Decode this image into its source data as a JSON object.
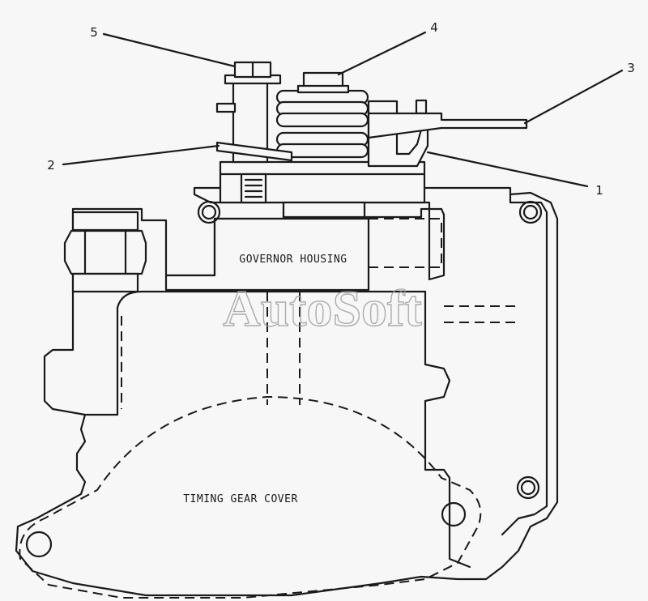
{
  "labels": {
    "governor_housing": "GOVERNOR HOUSING",
    "timing_gear_cover": "TIMING GEAR COVER"
  },
  "callouts": [
    {
      "id": "1",
      "text": "1"
    },
    {
      "id": "2",
      "text": "2"
    },
    {
      "id": "3",
      "text": "3"
    },
    {
      "id": "4",
      "text": "4"
    },
    {
      "id": "5",
      "text": "5"
    }
  ],
  "watermark": "AutoSoft",
  "colors": {
    "ink": "#1a1a1a",
    "background": "#f7f7f7",
    "watermark": "#a0a0a0"
  }
}
